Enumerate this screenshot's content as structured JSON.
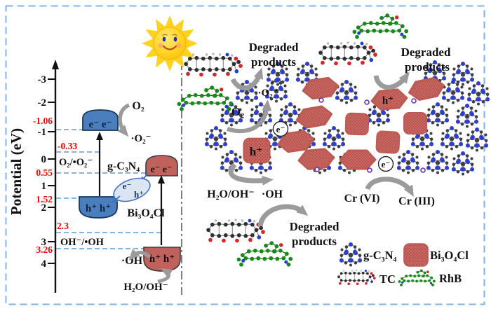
{
  "band_diagram": {
    "axis_label": "Potential (eV)",
    "unit": "eV",
    "axis_range": [
      -3,
      4
    ],
    "ticks": [
      "-3",
      "-2",
      "-1",
      "0",
      "1",
      "2",
      "3",
      "4"
    ],
    "materials": [
      {
        "name": "g-C₃N₄",
        "cb_eV": -1.06,
        "vb_eV": 1.52
      },
      {
        "name": "Bi₃O₄Cl",
        "cb_eV": 0.55,
        "vb_eV": 3.26
      }
    ],
    "redox_couples": [
      {
        "name": "O₂/•O₂⁻",
        "eV": -0.33
      },
      {
        "name": "OH⁻/•OH",
        "eV": 2.3
      }
    ]
  },
  "left": {
    "axis_label": "Potential (eV)",
    "ticks": [
      "-3",
      "-2",
      "-1",
      "0",
      "1",
      "2",
      "3",
      "4"
    ],
    "values": {
      "gcn_cb": "-1.06",
      "o2_couple": "-0.33",
      "bio_cb": "0.55",
      "gcn_vb": "1.52",
      "oh_couple": "2.3",
      "bio_vb": "3.26"
    },
    "labels": {
      "o2_couple": "O₂/•O₂⁻",
      "oh_couple": "OH⁻/•OH",
      "gcn": "g-C₃N₄",
      "bio": "Bi₃O₄Cl"
    }
  },
  "species": {
    "o2": "O₂",
    "superoxide": "·O₂⁻",
    "hydroxyl": "·OH",
    "water": "H₂O/OH⁻",
    "electron_pair": "e⁻ e⁻",
    "hole_pair": "h⁺ h⁺",
    "electron": "e⁻",
    "hole": "h⁺"
  },
  "right": {
    "degraded": [
      "Degraded",
      "products"
    ],
    "cr6": "Cr (VI)",
    "cr3": "Cr (III)"
  },
  "legend": {
    "gcn": "g-C₃N₄",
    "bio": "Bi₃O₄Cl",
    "tc": "TC",
    "rhb": "RhB"
  },
  "colors": {
    "band_blue": "#4a7ebc",
    "band_red": "#c0615c",
    "value_red": "#ff0000",
    "border_blue": "#7fb0e8",
    "arrow_gray": "#9b9b9b",
    "network_blue": "#2e3ecf",
    "particle_red": "#cb6a64",
    "tc_black": "#2f2f2f",
    "rhb_green": "#168a16"
  }
}
